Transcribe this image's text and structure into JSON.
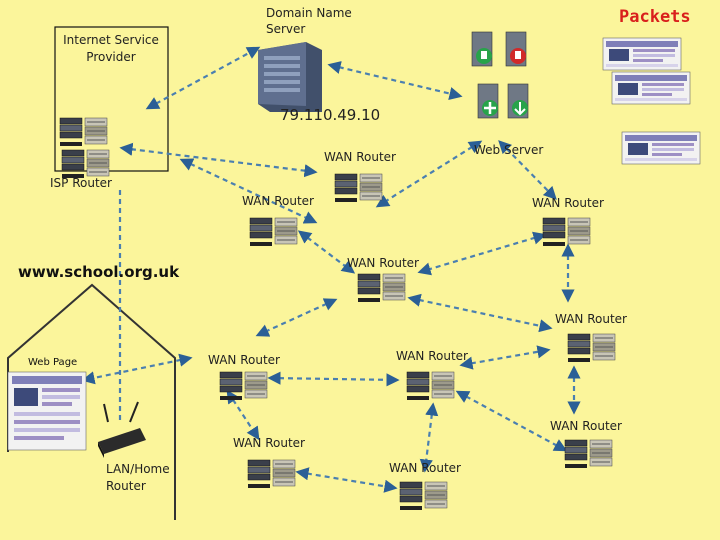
{
  "labels": {
    "isp_box": "Internet Service\nProvider",
    "dns": "Domain Name\nServer",
    "packets": "Packets",
    "ip": "79.110.49.10",
    "web_server": "Web Server",
    "isp_router": "ISP Router",
    "website": "www.school.org.uk",
    "web_page": "Web Page",
    "lan_router": "LAN/Home\nRouter"
  },
  "wan_router_label": "WAN Router",
  "colors": {
    "background": "#fbf59b",
    "packets_title": "#d9201c",
    "dashed_line": "#4a7fb0",
    "arrow": "#2b5f96"
  }
}
